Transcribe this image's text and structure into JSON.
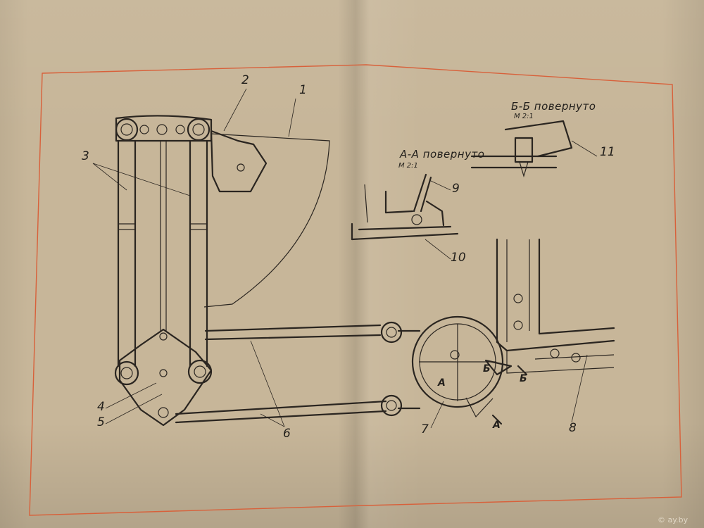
{
  "drawing": {
    "callouts": [
      "1",
      "2",
      "3",
      "4",
      "5",
      "6",
      "7",
      "8",
      "9",
      "10",
      "11"
    ],
    "section_aa": {
      "title": "А-А повернуто",
      "scale": "М 2:1"
    },
    "section_bb": {
      "title": "Б-Б повернуто",
      "scale": "М 2:1"
    },
    "section_letters": {
      "a": "А",
      "b": "Б"
    },
    "colors": {
      "paper": "#c7b699",
      "ink": "#2a2520",
      "frame": "#d8603a"
    }
  },
  "watermark": "© ay.by"
}
